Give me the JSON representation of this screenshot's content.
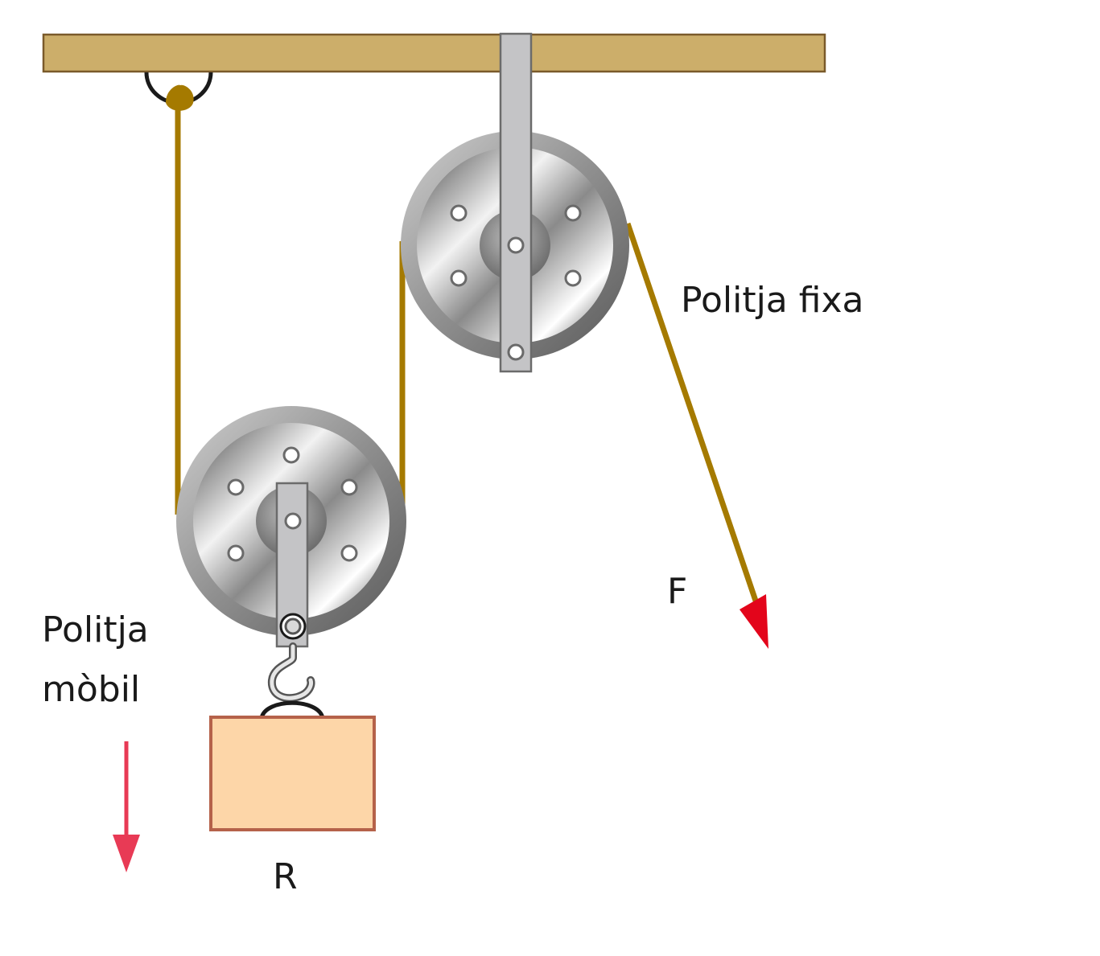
{
  "labels": {
    "fixed_pulley": "Politja fixa",
    "movable_pulley_line1": "Politja",
    "movable_pulley_line2": "mòbil",
    "force": "F",
    "resistance": "R"
  },
  "colors": {
    "beam": "#ccae6a",
    "beam_stroke": "#7a5a2a",
    "rope": "#a57a00",
    "pulley_metal": "#9b9b9b",
    "strap": "#c4c4c6",
    "load_fill": "#fdd6a8",
    "load_stroke": "#b5624a",
    "force_arrow": "#e3051b",
    "motion_arrow": "#e83a55"
  }
}
